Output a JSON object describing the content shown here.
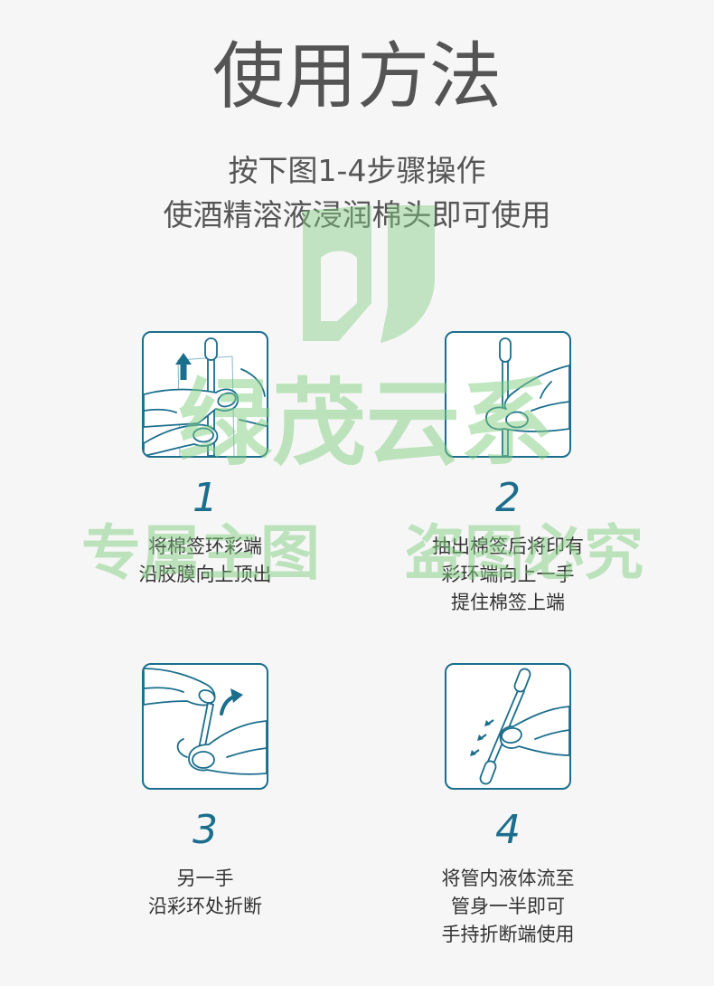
{
  "title": "使用方法",
  "subtitle": {
    "line1": "按下图1-4步骤操作",
    "line2": "使酒精溶液浸润棉头即可使用"
  },
  "steps": [
    {
      "number": "1",
      "icon": "push-swab-up-icon",
      "lines": [
        "将棉签环彩端",
        "沿胶膜向上顶出"
      ]
    },
    {
      "number": "2",
      "icon": "pull-out-swab-icon",
      "lines": [
        "抽出棉签后将印有",
        "彩环端向上一手",
        "提住棉签上端"
      ]
    },
    {
      "number": "3",
      "icon": "snap-swab-icon",
      "lines": [
        "另一手",
        "沿彩环处折断"
      ]
    },
    {
      "number": "4",
      "icon": "hold-swab-icon",
      "lines": [
        "将管内液体流至",
        "管身一半即可",
        "手持折断端使用"
      ]
    }
  ],
  "watermark": {
    "brand": "绿茂云系",
    "left": "专属主图",
    "right": "盗图必究"
  },
  "colors": {
    "background": "#f6f6f6",
    "title": "#545454",
    "accent": "#1b6e8c",
    "caption": "#333333",
    "watermark": "#82cd82"
  }
}
